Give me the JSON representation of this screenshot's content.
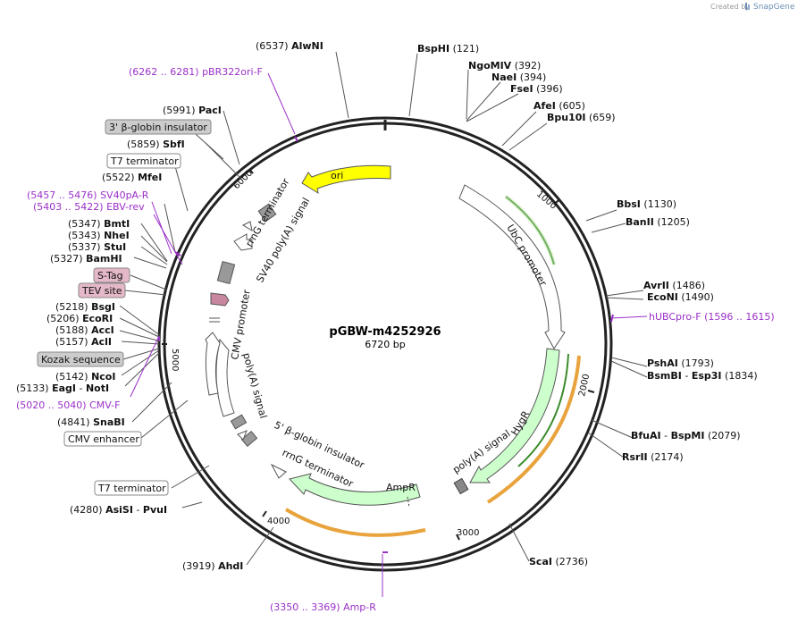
{
  "header": {
    "created_by": "Created by",
    "brand": "SnapGene"
  },
  "center": {
    "name": "pGBW-m4252926",
    "size": "6720 bp"
  },
  "ticks": [
    "1000",
    "2000",
    "3000",
    "4000",
    "5000",
    "6000"
  ],
  "sites": [
    {
      "name": "AlwNI",
      "pos": "(6537)"
    },
    {
      "name": "BspHI",
      "pos": "(121)"
    },
    {
      "name": "NgoMIV",
      "pos": "(392)"
    },
    {
      "name": "NaeI",
      "pos": "(394)"
    },
    {
      "name": "FseI",
      "pos": "(396)"
    },
    {
      "name": "AfeI",
      "pos": "(605)"
    },
    {
      "name": "Bpu10I",
      "pos": "(659)"
    },
    {
      "name": "BbsI",
      "pos": "(1130)"
    },
    {
      "name": "BanII",
      "pos": "(1205)"
    },
    {
      "name": "AvrII",
      "pos": "(1486)"
    },
    {
      "name": "EcoNI",
      "pos": "(1490)"
    },
    {
      "name": "PshAI",
      "pos": "(1793)"
    },
    {
      "name": "BsmBI",
      "name2": "Esp3I",
      "pos": "(1834)"
    },
    {
      "name": "BfuAI",
      "name2": "BspMI",
      "pos": "(2079)"
    },
    {
      "name": "RsrII",
      "pos": "(2174)"
    },
    {
      "name": "ScaI",
      "pos": "(2736)"
    },
    {
      "name": "AhdI",
      "pos": "(3919)"
    },
    {
      "name": "AsiSI",
      "name2": "PvuI",
      "pos": "(4280)"
    },
    {
      "name": "SnaBI",
      "pos": "(4841)"
    },
    {
      "name": "EagI",
      "name2": "NotI",
      "pos": "(5133)"
    },
    {
      "name": "NcoI",
      "pos": "(5142)"
    },
    {
      "name": "AclI",
      "pos": "(5157)"
    },
    {
      "name": "AccI",
      "pos": "(5188)"
    },
    {
      "name": "EcoRI",
      "pos": "(5206)"
    },
    {
      "name": "BsgI",
      "pos": "(5218)"
    },
    {
      "name": "BamHI",
      "pos": "(5327)"
    },
    {
      "name": "StuI",
      "pos": "(5337)"
    },
    {
      "name": "NheI",
      "pos": "(5343)"
    },
    {
      "name": "BmtI",
      "pos": "(5347)"
    },
    {
      "name": "MfeI",
      "pos": "(5522)"
    },
    {
      "name": "SbfI",
      "pos": "(5859)"
    },
    {
      "name": "PacI",
      "pos": "(5991)"
    }
  ],
  "primers": [
    {
      "name": "pBR322ori-F",
      "range": "(6262 .. 6281)"
    },
    {
      "name": "SV40pA-R",
      "range": "(5457 .. 5476)"
    },
    {
      "name": "EBV-rev",
      "range": "(5403 .. 5422)"
    },
    {
      "name": "CMV-F",
      "range": "(5020 .. 5040)"
    },
    {
      "name": "hUBCpro-F",
      "range": "(1596 .. 1615)"
    },
    {
      "name": "Amp-R",
      "range": "(3350 .. 3369)"
    }
  ],
  "boxed_labels": {
    "globin_3": "3' β-globin insulator",
    "t7_top": "T7 terminator",
    "stag": "S-Tag",
    "tev": "TEV site",
    "kozak": "Kozak sequence",
    "cmv_enh": "CMV enhancer",
    "t7_bottom": "T7 terminator"
  },
  "features": {
    "ori": "ori",
    "ubc": "UbC promoter",
    "hygr": "HygR",
    "polya_right": "poly(A) signal",
    "ampr": "AmpR",
    "rrng_bottom": "rrnG terminator",
    "globin_5": "5' β-globin insulator",
    "polya_left": "poly(A) signal",
    "cmv": "CMV promoter",
    "rrng_top": "rrnG terminator",
    "sv40": "SV40 poly(A) signal"
  },
  "colors": {
    "ori": "#ffff00",
    "hygr": "#ccffcc",
    "ampr": "#ccffcc",
    "site_box_gray": "#cccccc",
    "site_box_pink": "#e4b8c8",
    "primer": "#9b30c8",
    "orf_orange": "#e8a33c",
    "orf_green": "#3a8a2a"
  }
}
